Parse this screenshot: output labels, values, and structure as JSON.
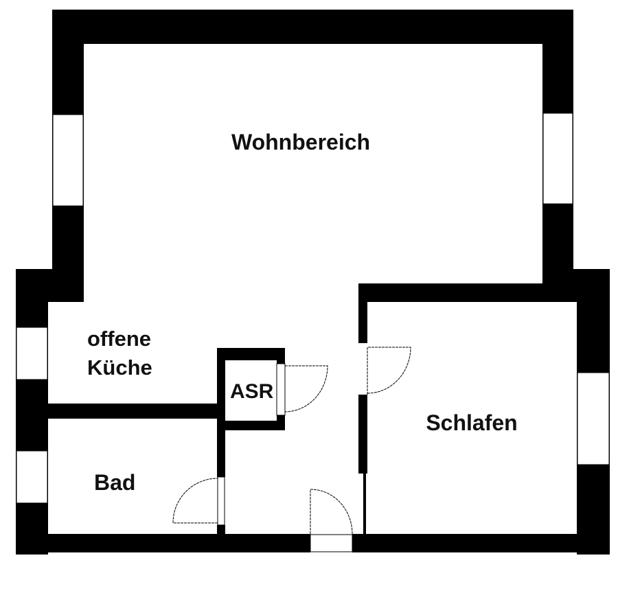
{
  "floorplan": {
    "rooms": {
      "living": "Wohnbereich",
      "kitchen_line1": "offene",
      "kitchen_line2": "Küche",
      "storage": "ASR",
      "bedroom": "Schlafen",
      "bath": "Bad"
    },
    "colors": {
      "wall": "#000000",
      "background": "#ffffff",
      "text": "#111111"
    }
  }
}
